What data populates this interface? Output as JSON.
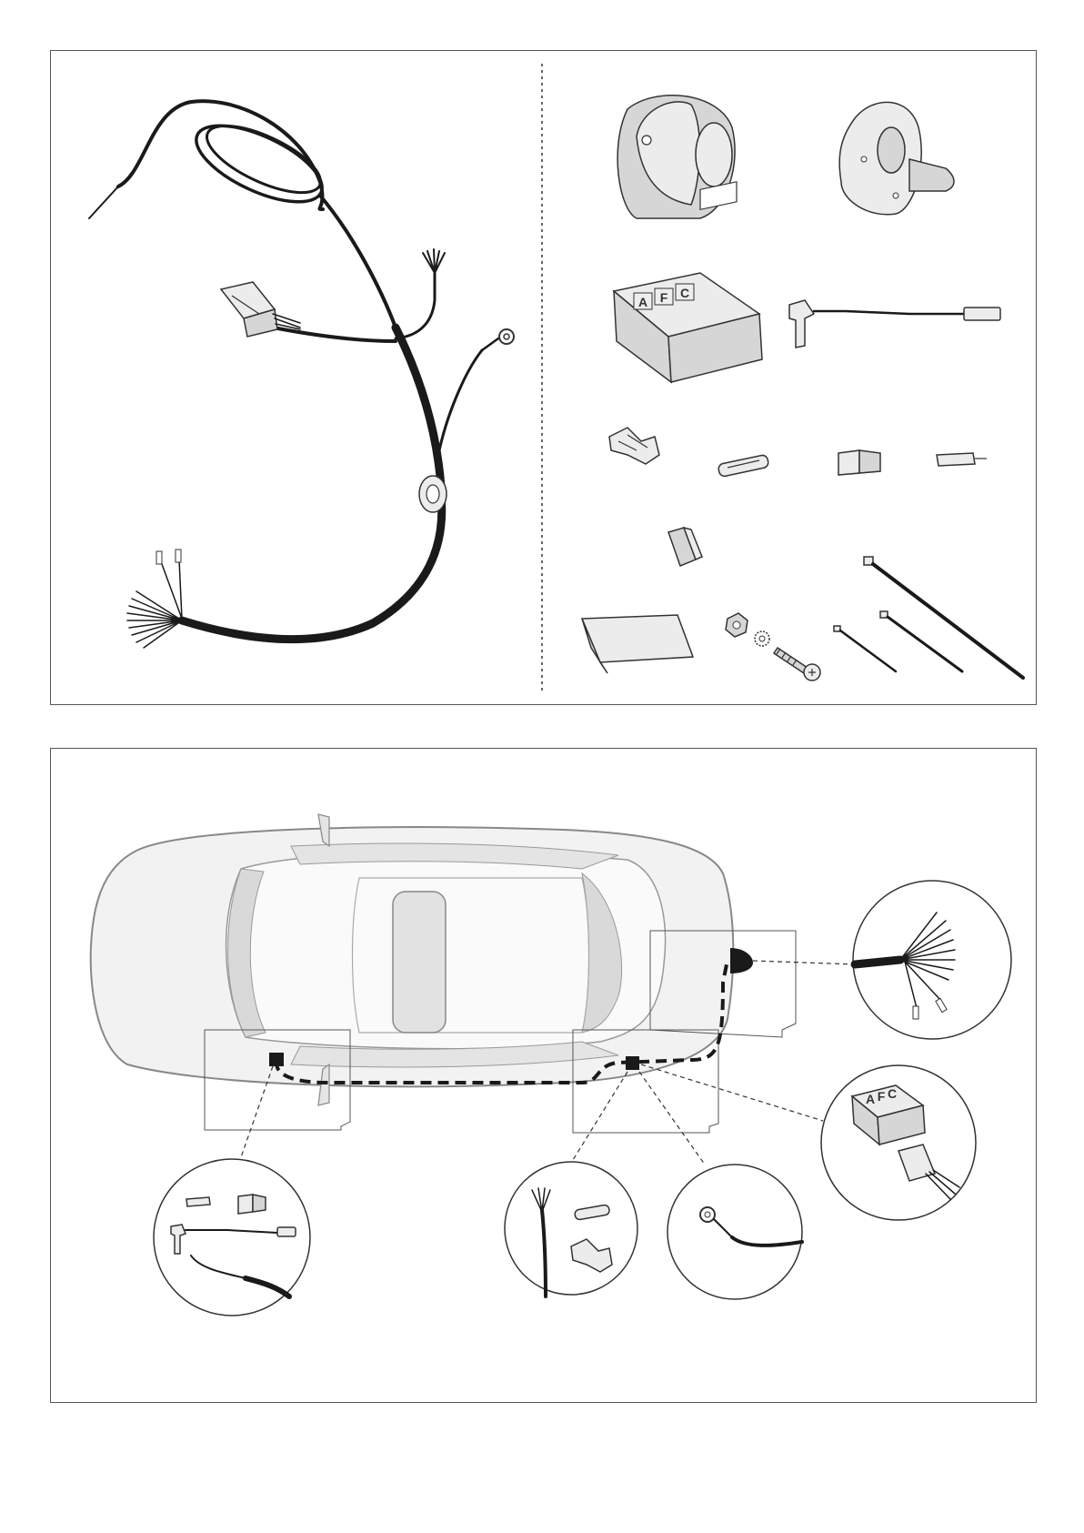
{
  "module_logo": {
    "letters": [
      "A",
      "F",
      "C"
    ]
  },
  "colors": {
    "line": "#333333",
    "wire": "#1a1a1a",
    "part_fill": "#d6d6d6",
    "car_fill": "#f2f2f2",
    "glass_fill": "#d9d9d9"
  }
}
